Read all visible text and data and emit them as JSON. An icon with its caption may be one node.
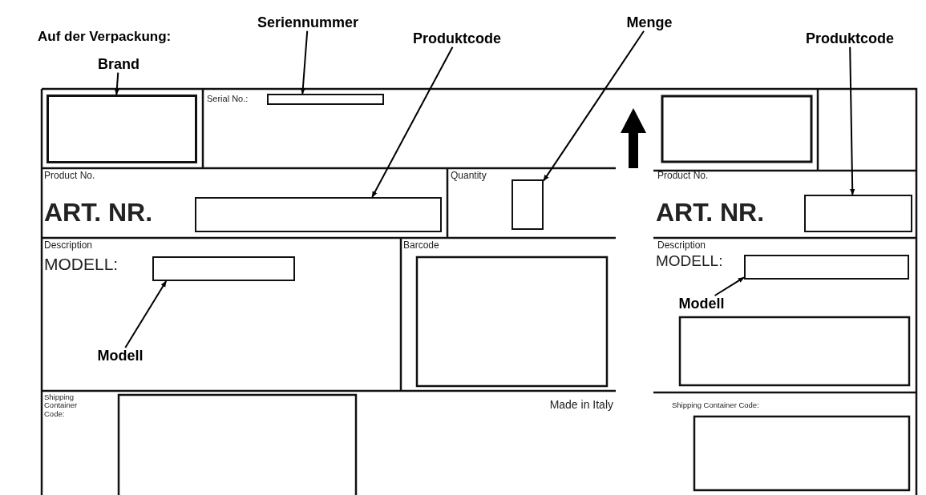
{
  "diagram": {
    "title": "Auf der Verpackung:",
    "nodes": [
      {
        "text": [
          "Seriennummer"
        ]
      },
      {
        "text": [
          "Produktcode"
        ]
      },
      {
        "text": [
          "Menge"
        ]
      },
      {
        "text": [
          "Produktcode"
        ]
      },
      {
        "text": [
          "Brand"
        ]
      },
      {
        "text": [],
        "shape": "box"
      },
      {
        "text": [],
        "shape": "box"
      },
      {
        "text": [],
        "shape": "box"
      },
      {
        "text": [],
        "shape": "box"
      },
      {
        "text": [],
        "shape": "box"
      },
      {
        "text": [],
        "shape": "box"
      },
      {
        "text": [],
        "shape": "box"
      },
      {
        "text": [
          "Modell"
        ]
      },
      {
        "text": [
          "Modell"
        ]
      }
    ],
    "edges": [
      {
        "from": 4,
        "to": 5,
        "arrow": "to"
      },
      {
        "from": 0,
        "to": 6,
        "arrow": "to"
      },
      {
        "from": 1,
        "to": 7,
        "arrow": "to"
      },
      {
        "from": 2,
        "to": 8,
        "arrow": "to"
      },
      {
        "from": 3,
        "to": 9,
        "arrow": "to"
      },
      {
        "from": 13,
        "to": 10,
        "arrow": "to"
      },
      {
        "from": 12,
        "to": 11,
        "arrow": "to"
      }
    ],
    "labels": [
      "Serial No.:",
      "Product No.",
      "ART. NR.",
      "Quantity",
      "Product No.",
      "ART. NR.",
      "Description",
      "MODELL:",
      "Barcode",
      "Description",
      "MODELL:",
      "Shipping Container Code:",
      "Made in Italy",
      "Shipping Container Code:"
    ]
  }
}
